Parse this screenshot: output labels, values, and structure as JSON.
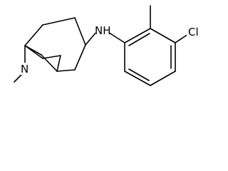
{
  "molecule": {
    "atoms": {
      "nh": "NH",
      "n_bridge": "N",
      "cl": "Cl"
    },
    "colors": {
      "bond": "#000000",
      "label": "#000000",
      "background": "#ffffff"
    }
  }
}
